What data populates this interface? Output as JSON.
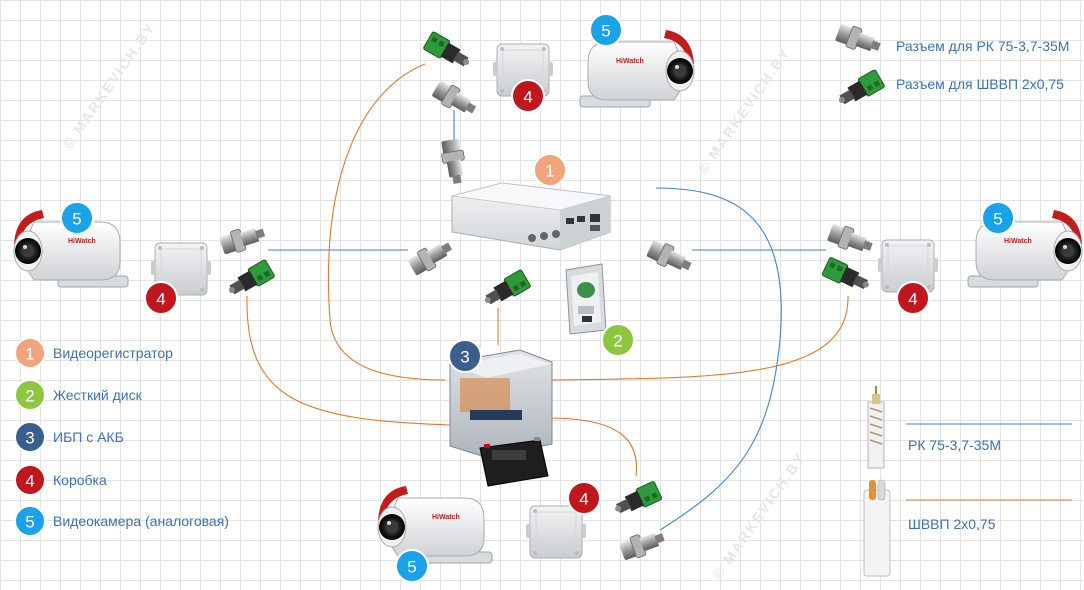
{
  "colors": {
    "coax_line": "#3b86cf",
    "power_line": "#e27a2c",
    "badge_1": "#f0a57c",
    "badge_2": "#8dc63f",
    "badge_3": "#3a5f8e",
    "badge_4": "#c0161d",
    "badge_5": "#1aa3e8",
    "label_text": "#3a73b0"
  },
  "badges": {
    "recorder": "1",
    "hdd": "2",
    "ups": "3",
    "box": "4",
    "camera": "5"
  },
  "legend": [
    {
      "number": "1",
      "label": "Видеорегистратор"
    },
    {
      "number": "2",
      "label": "Жесткий диск"
    },
    {
      "number": "3",
      "label": "ИБП с АКБ"
    },
    {
      "number": "4",
      "label": "Коробка"
    },
    {
      "number": "5",
      "label": "Видеокамера (аналоговая)"
    }
  ],
  "connectors_legend": {
    "bnc": "Разъем для РК 75-3,7-35М",
    "power": "Разъем для ШВВП 2х0,75"
  },
  "cables_legend": {
    "coax": "РК 75-3,7-35М",
    "power": "ШВВП 2х0,75"
  },
  "camera_brand": "HiWatch",
  "watermark": "© MARKEVICH.BY"
}
